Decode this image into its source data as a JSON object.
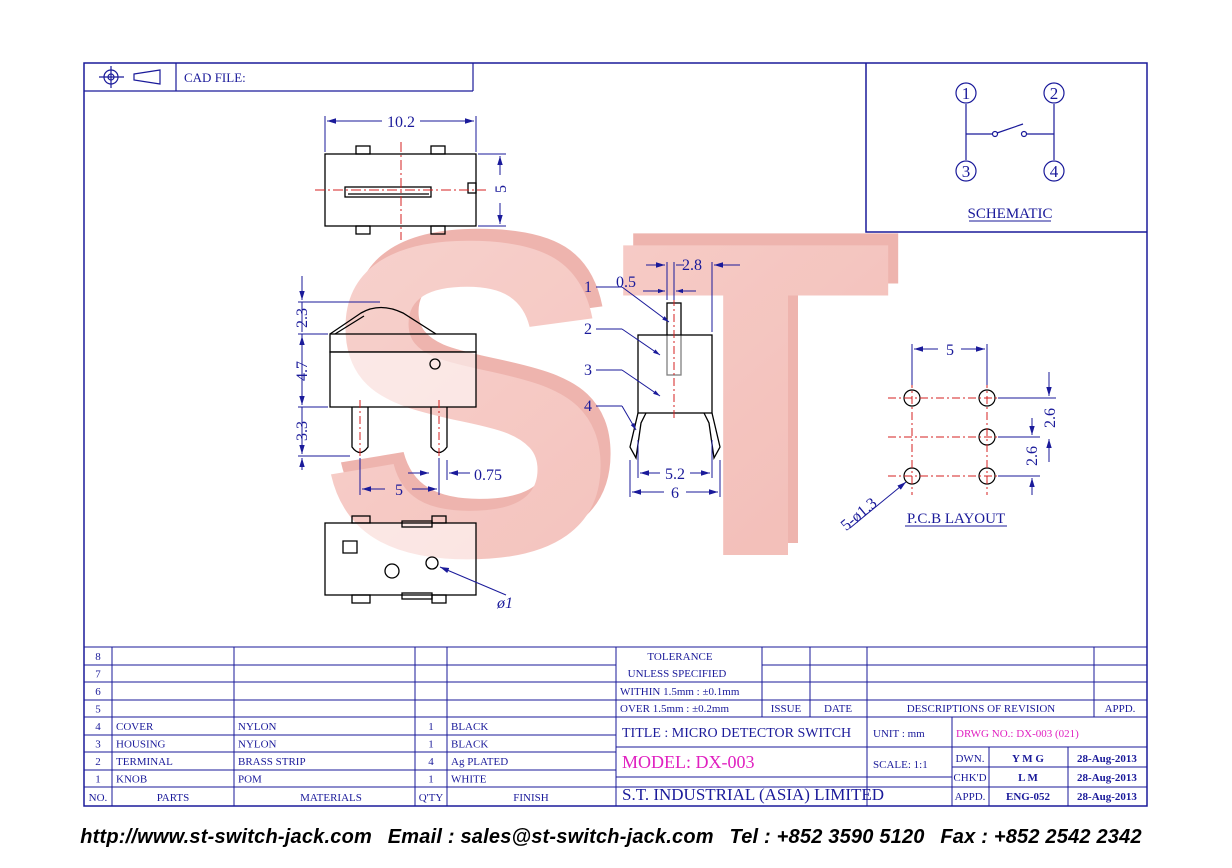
{
  "header": {
    "cad_file_label": "CAD FILE:"
  },
  "watermark": {
    "text": "ST",
    "color": "#f2b4ae"
  },
  "colors": {
    "line": "#1a1a9a",
    "center_line": "#d42020",
    "magenta": "#e020c0",
    "drawing": "#000000"
  },
  "schematic": {
    "pins": [
      "1",
      "2",
      "3",
      "4"
    ],
    "label": "SCHEMATIC"
  },
  "top_view": {
    "width_dim": "10.2",
    "height_dim": "5"
  },
  "side_view": {
    "dim_knob": "2.3",
    "dim_body": "4.7",
    "dim_pin": "3.3",
    "dim_pitch": "5",
    "dim_pin_width": "0.75"
  },
  "end_view": {
    "dim_thickness": "0.5",
    "dim_top": "2.8",
    "dim_inner": "5.2",
    "dim_outer": "6",
    "callouts": [
      "1",
      "2",
      "3",
      "4"
    ]
  },
  "bottom_view": {
    "hole_dim": "ø1"
  },
  "pcb": {
    "dim_pitch_x": "5",
    "dim_pitch_y1": "2.6",
    "dim_pitch_y2": "2.6",
    "hole_spec": "5-ø1.3",
    "label": "P.C.B LAYOUT"
  },
  "parts_table": {
    "headers": {
      "no": "NO.",
      "parts": "PARTS",
      "materials": "MATERIALS",
      "qty": "Q'TY",
      "finish": "FINISH"
    },
    "rows": [
      {
        "no": "8",
        "part": "",
        "material": "",
        "qty": "",
        "finish": ""
      },
      {
        "no": "7",
        "part": "",
        "material": "",
        "qty": "",
        "finish": ""
      },
      {
        "no": "6",
        "part": "",
        "material": "",
        "qty": "",
        "finish": ""
      },
      {
        "no": "5",
        "part": "",
        "material": "",
        "qty": "",
        "finish": ""
      },
      {
        "no": "4",
        "part": "COVER",
        "material": "NYLON",
        "qty": "1",
        "finish": "BLACK"
      },
      {
        "no": "3",
        "part": "HOUSING",
        "material": "NYLON",
        "qty": "1",
        "finish": "BLACK"
      },
      {
        "no": "2",
        "part": "TERMINAL",
        "material": "BRASS STRIP",
        "qty": "4",
        "finish": "Ag PLATED"
      },
      {
        "no": "1",
        "part": "KNOB",
        "material": "POM",
        "qty": "1",
        "finish": "WHITE"
      }
    ]
  },
  "tolerance": {
    "line1": "TOLERANCE",
    "line2": "UNLESS  SPECIFIED",
    "within": "WITHIN  1.5mm : ±0.1mm",
    "over": "OVER    1.5mm : ±0.2mm"
  },
  "revision": {
    "issue": "ISSUE",
    "date": "DATE",
    "desc": "DESCRIPTIONS  OF  REVISION",
    "appd": "APPD."
  },
  "title_block": {
    "title": "TITLE : MICRO DETECTOR SWITCH",
    "unit": "UNIT :   mm",
    "drwg_no": "DRWG NO.: DX-003 (021)",
    "model": "MODEL: DX-003",
    "scale": "SCALE:   1:1",
    "company": "S.T.  INDUSTRIAL  (ASIA)  LIMITED",
    "signoffs": [
      {
        "role": "DWN.",
        "name": "Y M G",
        "date": "28-Aug-2013"
      },
      {
        "role": "CHK'D",
        "name": "L M",
        "date": "28-Aug-2013"
      },
      {
        "role": "APPD.",
        "name": "ENG-052",
        "date": "28-Aug-2013"
      }
    ]
  },
  "footer": {
    "url": "http://www.st-switch-jack.com",
    "email": "Email : sales@st-switch-jack.com",
    "tel": "Tel : +852 3590 5120",
    "fax": "Fax : +852 2542 2342"
  }
}
